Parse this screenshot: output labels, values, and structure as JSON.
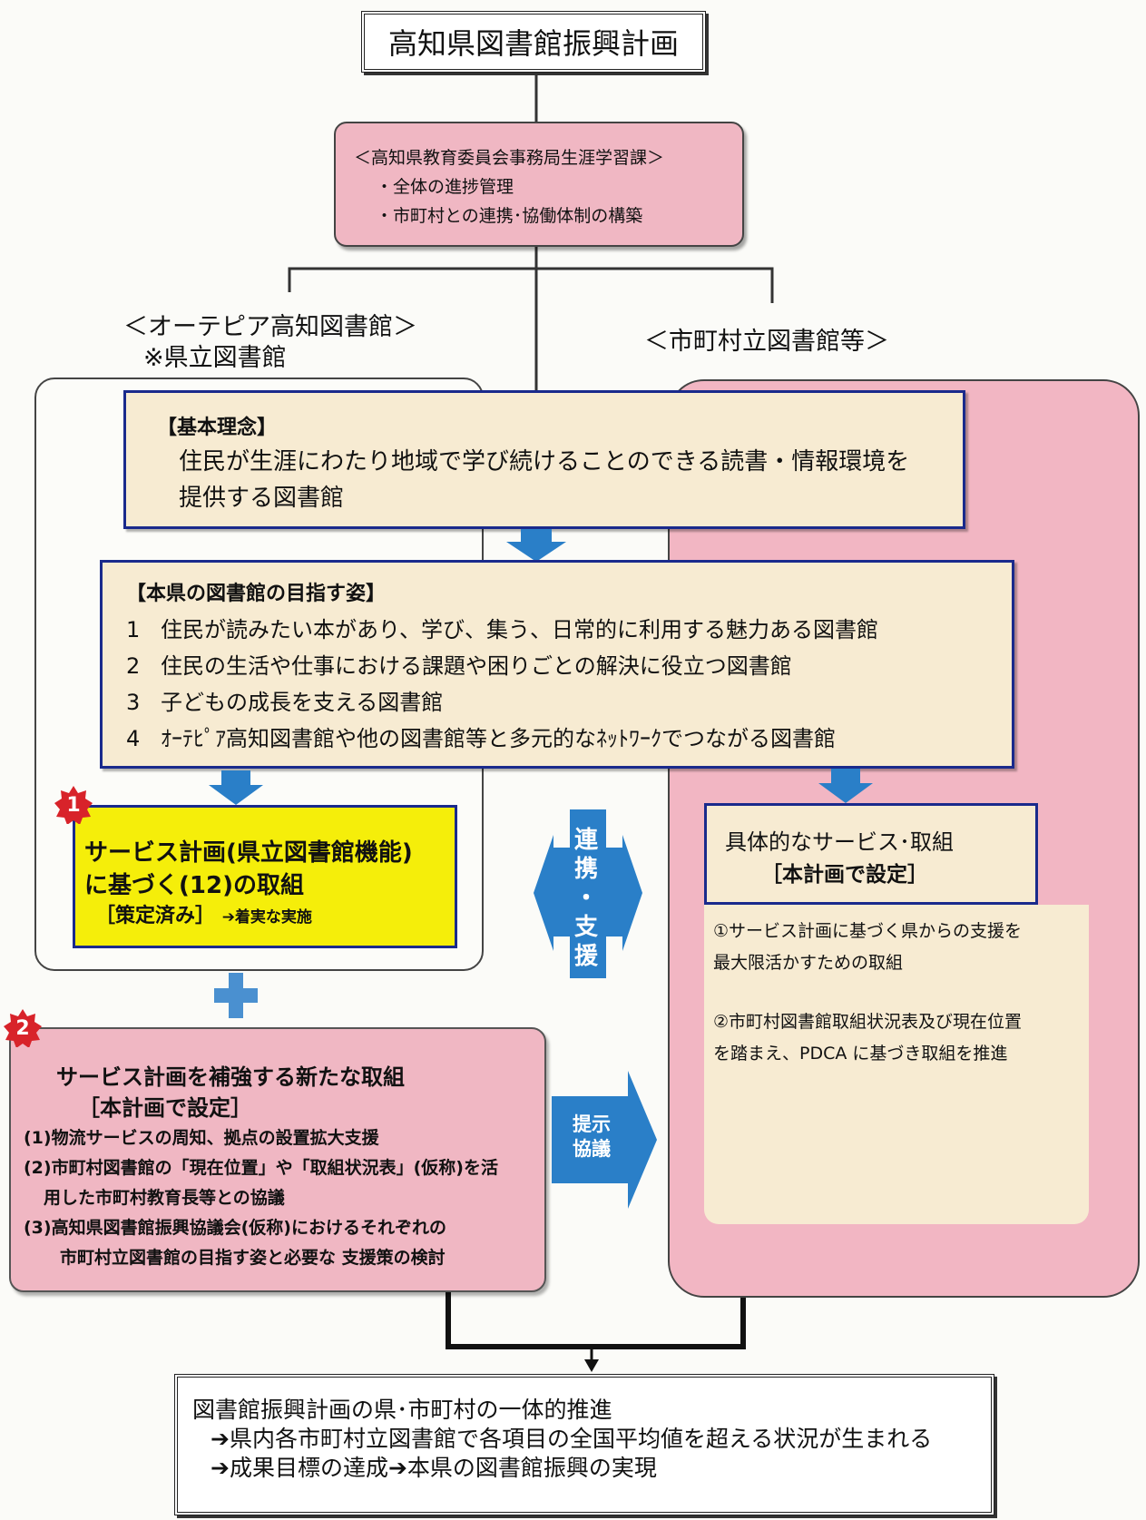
{
  "title": "高知県図書館振興計画",
  "admin": {
    "heading": "＜高知県教育委員会事務局生涯学習課＞",
    "items": [
      "・全体の進捗管理",
      "・市町村との連携･協働体制の構築"
    ]
  },
  "prefectural": {
    "heading": "＜オーテピア高知図書館＞",
    "note": "※県立図書館"
  },
  "municipal": {
    "heading": "＜市町村立図書館等＞"
  },
  "principle": {
    "heading": "【基本理念】",
    "lines": [
      "住民が生涯にわたり地域で学び続けることのできる読書・情報環境を",
      "提供する図書館"
    ]
  },
  "goals": {
    "heading": "【本県の図書館の目指す姿】",
    "items": [
      {
        "num": "1",
        "text": "住民が読みたい本があり、学び、集う、日常的に利用する魅力ある図書館"
      },
      {
        "num": "2",
        "text": "住民の生活や仕事における課題や困りごとの解決に役立つ図書館"
      },
      {
        "num": "3",
        "text": "子どもの成長を支える図書館"
      },
      {
        "num": "4",
        "text": "ｵｰﾃﾋﾟｱ高知図書館や他の図書館等と多元的なﾈｯﾄﾜｰｸでつながる図書館"
      }
    ]
  },
  "service_plan": {
    "badge": "1",
    "line1": "サービス計画(県立図書館機能)",
    "line2": "に基づく(12)の取組",
    "status": "［策定済み］",
    "note": "➔着実な実施"
  },
  "cooperation_label": [
    "連",
    "携",
    "・",
    "支",
    "援"
  ],
  "presentation_label": [
    "提示",
    "協議"
  ],
  "new_initiatives": {
    "badge": "2",
    "title": "サービス計画を補強する新たな取組",
    "subtitle": "［本計画で設定］",
    "items": [
      "(1)物流サービスの周知、拠点の設置拡大支援",
      "(2)市町村図書館の「現在位置」や「取組状況表」(仮称)を活",
      "用した市町村教育長等との協議",
      "(3)高知県図書館振興協議会(仮称)におけるそれぞれの",
      "市町村立図書館の目指す姿と必要な 支援策の検討"
    ]
  },
  "muni_service": {
    "line1": "具体的なサービス･取組",
    "line2": "［本計画で設定］",
    "body": [
      "①サービス計画に基づく県からの支援を",
      "最大限活かすための取組",
      "②市町村図書館取組状況表及び現在位置",
      "を踏まえ、PDCA に基づき取組を推進"
    ]
  },
  "final": {
    "line1": "図書館振興計画の県･市町村の一体的推進",
    "line2": "➔県内各市町村立図書館で各項目の全国平均値を超える状況が生まれる",
    "line3": "➔成果目標の達成➔本県の図書館振興の実現"
  },
  "colors": {
    "pink": "#f0b7c3",
    "cream": "#f7ebd2",
    "yellow": "#f5ee0a",
    "blue_arrow": "#2a7fc8",
    "box_border": "#1a2a8c",
    "badge_red": "#d8232a"
  }
}
